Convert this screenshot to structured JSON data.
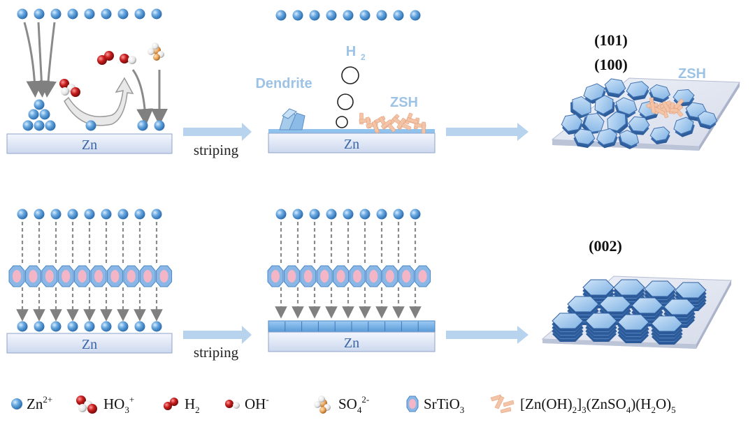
{
  "colors": {
    "ion": "#5a9ed8",
    "substrate_top": "#e8eefa",
    "substrate_side": "#c7d3ea",
    "arrow_gray": "#8a8a8a",
    "arrow_blue": "#b8d3ee",
    "dendrite": "#a7cbeb",
    "zsh": "#f4c4a8",
    "srtio3_fill": "#8ab7e6",
    "srtio3_core": "#f4b6c6",
    "hexagon": "#8fc0ea",
    "label_blue": "#9cc3e6"
  },
  "top_row": {
    "substrate_label": "Zn",
    "process_label": "striping",
    "dendrite_label": "Dendrite",
    "h2_label": "H",
    "h2_sub": "2",
    "zsh_label": "ZSH",
    "facet_101": "(101)",
    "facet_100": "(100)",
    "zsh_label_result": "ZSH"
  },
  "bottom_row": {
    "substrate_label": "Zn",
    "process_label": "striping",
    "facet_002": "(002)"
  },
  "legend": {
    "zn_ion": {
      "main": "Zn",
      "sup": "2+"
    },
    "hydroxide_pair": {
      "main": "HO",
      "sub": "3",
      "sup": "+"
    },
    "hydrogen": {
      "main": "H",
      "sub": "2"
    },
    "oh": {
      "main": "OH",
      "sup": "-"
    },
    "sulfate": {
      "main": "SO",
      "sub": "4",
      "sup": "2-"
    },
    "srtio3": {
      "main": "SrTiO",
      "sub": "3"
    },
    "zsh_formula": {
      "p1": "[Zn(OH)",
      "s1": "2",
      "p2": "]",
      "s2": "3",
      "p3": "(ZnSO",
      "s3": "4",
      "p4": ")(H",
      "s4": "2",
      "p5": "O)",
      "s5": "5"
    }
  }
}
